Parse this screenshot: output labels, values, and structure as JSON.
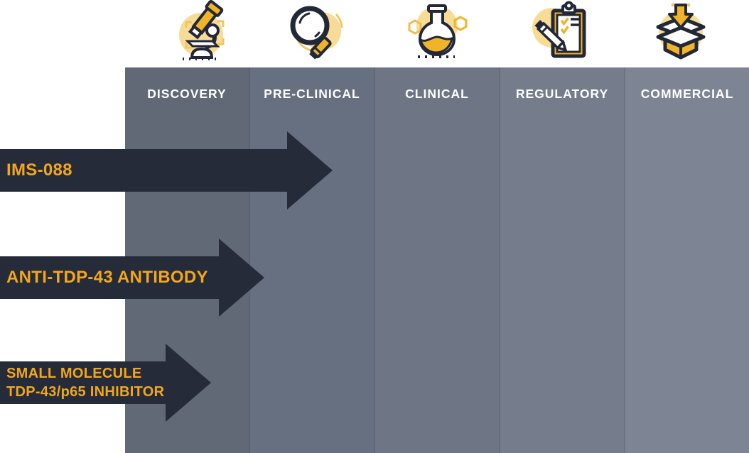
{
  "colors": {
    "arrow": "#252b39",
    "arrow_label": "#f3a71d",
    "header_text": "#ffffff",
    "icon_gold": "#f0b429",
    "icon_pale_circle": "#f8dc96",
    "icon_outline": "#222838",
    "page_background": "#ffffff"
  },
  "stages": [
    {
      "label": "DISCOVERY",
      "icon": "microscope-icon",
      "color": "#616977"
    },
    {
      "label": "PRE-CLINICAL",
      "icon": "magnifying-glass-icon",
      "color": "#677080"
    },
    {
      "label": "CLINICAL",
      "icon": "flask-icon",
      "color": "#6e7685"
    },
    {
      "label": "REGULATORY",
      "icon": "clipboard-checklist-icon",
      "color": "#757d8c"
    },
    {
      "label": "COMMERCIAL",
      "icon": "open-box-icon",
      "color": "#7d8594"
    }
  ],
  "pipeline": [
    {
      "name": "IMS-088",
      "lines": [
        "IMS-088"
      ],
      "progress_stages": 1.66
    },
    {
      "name": "ANTI-TDP-43 ANTIBODY",
      "lines": [
        "ANTI-TDP-43 ANTIBODY"
      ],
      "progress_stages": 1.12
    },
    {
      "name": "SMALL MOLECULE TDP-43/p65 INHIBITOR",
      "lines": [
        "SMALL MOLECULE",
        "TDP-43/p65 INHIBITOR"
      ],
      "progress_stages": 0.69
    }
  ],
  "chart_data": {
    "type": "bar",
    "orientation": "horizontal",
    "title": "",
    "categories": [
      "IMS-088",
      "ANTI-TDP-43 ANTIBODY",
      "SMALL MOLECULE TDP-43/p65 INHIBITOR"
    ],
    "values": [
      1.66,
      1.12,
      0.69
    ],
    "value_meaning": "development progress measured in stage-widths from start of DISCOVERY",
    "x_stages": [
      "DISCOVERY",
      "PRE-CLINICAL",
      "CLINICAL",
      "REGULATORY",
      "COMMERCIAL"
    ],
    "xlim": [
      0,
      5
    ],
    "legend": false,
    "grid": false
  }
}
